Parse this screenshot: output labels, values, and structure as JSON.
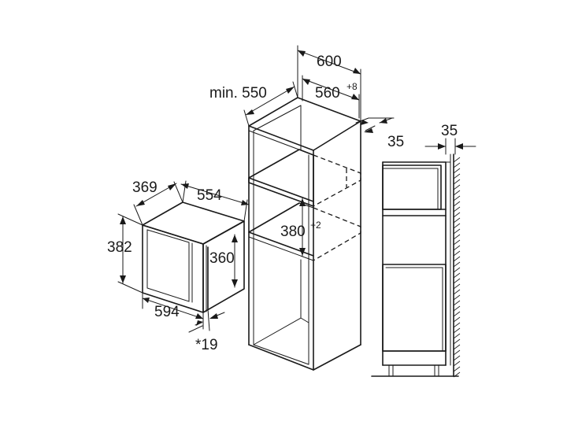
{
  "microwave": {
    "dim_depth": "369",
    "dim_width_top": "554",
    "dim_height_outer": "382",
    "dim_height_inner": "360",
    "dim_width_bottom": "594",
    "dim_door_note": "*19"
  },
  "cabinet": {
    "dim_width": "600",
    "dim_min_depth": "min. 550",
    "dim_inner_width": "560",
    "dim_inner_width_tol": "+8",
    "dim_gap": "35",
    "dim_niche_height": "380",
    "dim_niche_height_tol": "+2"
  },
  "side_view": {
    "dim_wall_gap": "35"
  }
}
